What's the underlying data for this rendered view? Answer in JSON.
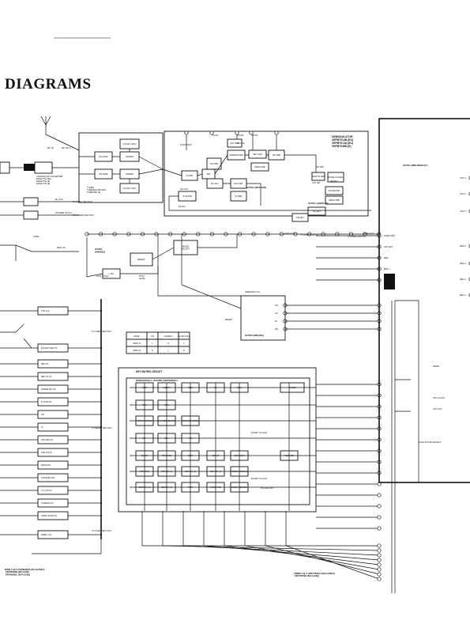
{
  "page": {
    "title": "DIAGRAMS"
  },
  "tuner": {
    "frame_label": "TUNER\nTH9EVEI12 BOARD\nTH9EV33D (E)",
    "antenna_label": "ANTENNA RF CONVERTER\nENGE7701 (EU)\nENGE7702 (E)\nENGE7703 (E)",
    "blocks": [
      "RF AMP",
      "MIXER",
      "LOCAL OSC",
      "RF AMP",
      "MIXER",
      "LOCAL OSC"
    ],
    "rf_in": "RF IN",
    "rf_out": "RF OUT"
  },
  "demodulator": {
    "title": "DEMODULATOR\nVEPB7013B (EU)\nVEPB7013A (EU)\nVEPB7038D (E)",
    "blocks": [
      "IF AMP",
      "MIX",
      "VIF AMP",
      "CARRIER AMP",
      "AFC DET",
      "VIDEO AMP",
      "DET (FM)",
      "SIF AMP",
      "RF AGC",
      "AGC DET",
      "IF PRE",
      "IF FILTER",
      "FM DET",
      "SIF DET",
      "NOISE CANCEL",
      "SOUND DET",
      "VIDEO AMP",
      "SAW FILTER"
    ],
    "ic_main": "IC7001 (M51116D)",
    "ic_sub": "IC7051 (AN5217S)",
    "labels": [
      "AUDIO TRAP",
      "DET ADJ",
      "TP7001",
      "TP7002",
      "TP7003",
      "AFC ADJ",
      "RF AGC",
      "VIDEO OUT",
      "AUDIO OUT",
      "OSC DET",
      "SIF AMP",
      "SIF DET"
    ]
  },
  "power": {
    "b_plus": "B+ 12V",
    "power_on": "POWER ON (L)",
    "to_video": "TO VIDEO SECTION",
    "to_power": "TO POWER SECTION",
    "c800": "C800",
    "reg": "REG 5V"
  },
  "mode_select": {
    "block": "MODE\nSELECT",
    "ic": "IC7001\n(AN6633)",
    "reset": "RESET",
    "sw": "D700, D7011",
    "lpf": "L.P.F",
    "n_level": "NTSC\nLEVEL",
    "to_audio": "TO AUDIO CIRCUIT",
    "to_video": "TO VIDEO CIRCUIT"
  },
  "memory": {
    "title": "(MEMORY IC)",
    "ic": "IC7502 (MN1220)",
    "pins": [
      "CS",
      "CK",
      "DI",
      "DO"
    ],
    "reset": "RESET"
  },
  "truth_table": {
    "headers": [
      "MODE",
      "P.B",
      "CUE/REV",
      "SLOW STILL"
    ],
    "rows": [
      [
        "C800-41",
        "L",
        "H",
        "L"
      ],
      [
        "C800-42",
        "H",
        "L",
        "H"
      ]
    ]
  },
  "key_matrix": {
    "title": "KEY MATRIX CIRCUIT",
    "board": "OPERATION C. BOARD (VEP50690C)",
    "rows": [
      [
        "STOP",
        "EJECT",
        "REW",
        "F.F",
        "STILL",
        "POWER"
      ],
      [
        "REC",
        "PLAY"
      ],
      [
        "TIMER C. BOARD",
        "COUNTER MEMORY",
        "COUNTER RESET"
      ],
      [
        "CH ↑",
        "CH ↓",
        "VPS"
      ],
      [
        "CLOCK",
        "PROGRAM",
        "NEXT",
        "SET UP",
        "SET DOWN",
        "TIMER SET"
      ],
      [
        "OTR (OFF)",
        "OTR (ON +1)",
        "OTR (ON +2)",
        "OTR (ON +3)",
        "PRESET (NORMAL)"
      ],
      [
        "SEARCH (+1)",
        "SEARCH (-1)",
        "FAST",
        "SAME / AGE",
        "CLEAR (SEARCH)"
      ]
    ],
    "notes": [
      "EXCEPT NV-G120",
      "EXCEPT NV-G120",
      "NV-G120 ONLY"
    ]
  },
  "left_signals": [
    "VTR 12V",
    "EXCEPT REC 5V",
    "REC 5V",
    "REC 5V (P)",
    "FRAME ADV 5V",
    "D-ANALOG",
    "CE",
    "CI",
    "CAP REV 5V",
    "CAP ON 5V",
    "EP/SLOW",
    "SLOWHITA 5V",
    "CYL ON 5V",
    "CUE/REV 5V",
    "AUDIO MUTE 5V",
    "DIREC 12V"
  ],
  "section_labels": {
    "to_video": "TO VIDEO SECTION",
    "to_servo": "TO SERVO SECTION",
    "to_audio": "TO AUDIO SECTION"
  },
  "right_side": {
    "ic": "IC7501 (MN15282VJC)",
    "pins": [
      "AUDIO DET",
      "AFC DET",
      "MRF",
      "REF L",
      "PWM OUT"
    ],
    "outs": [
      "OSC 1",
      "OSC 2",
      "OSC 3",
      "REG 5",
      "REG 4",
      "REG F",
      "REG C"
    ],
    "reset": "RESET",
    "cpu_clock": "CPU CLOCK",
    "cpu_out": "CPU OUT",
    "scan": "SCAN PULSE SIGNALS"
  },
  "footer": {
    "main_board": "MAIN C.B.A (VEP96385A (NV-G120EU)\n             VEP96385B (NV-G12E)\n             VEP96385C (NV-G12B))",
    "timer_board": "TIMER C.B.A (VEP70552A (NV-G120EU)\n              VEP70552B (NV-G12B))"
  },
  "colors": {
    "ink": "#111111",
    "paper": "#ffffff"
  }
}
